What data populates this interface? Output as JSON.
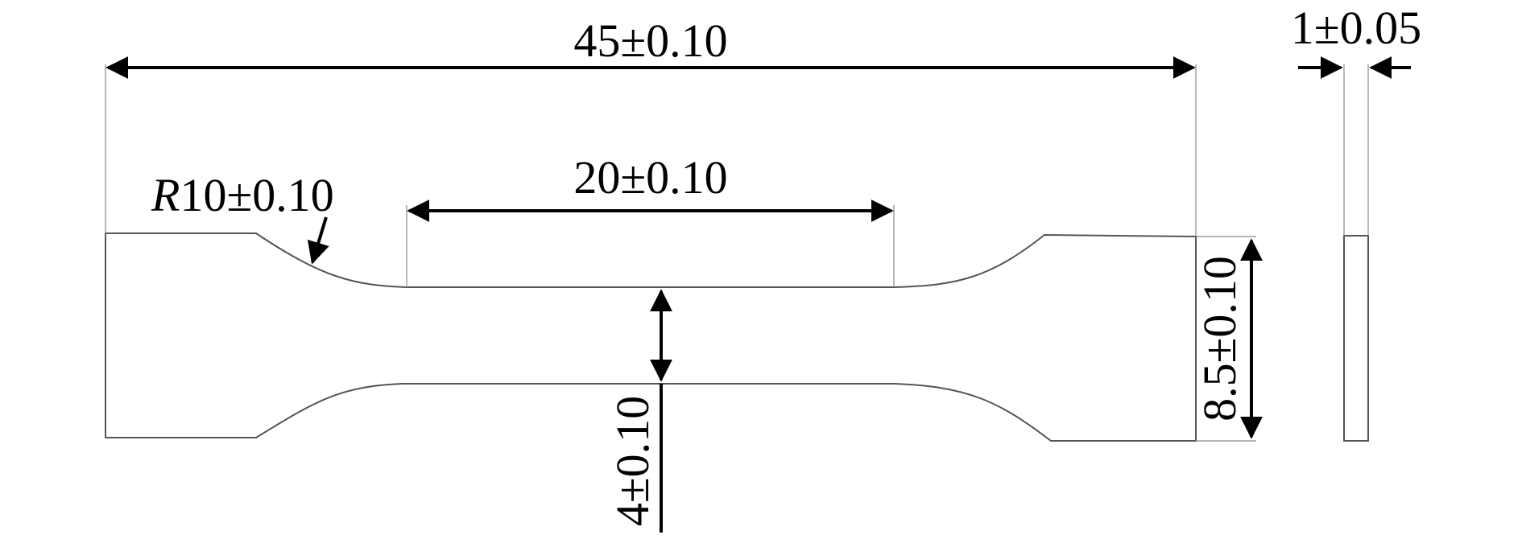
{
  "drawing": {
    "dimensions": {
      "overall_length": "45±0.10",
      "gauge_length": "20±0.10",
      "fillet_radius_symbol": "R",
      "fillet_radius_value": "10±0.10",
      "gauge_width": "4±0.10",
      "grip_width": "8.5±0.10",
      "thickness": "1±0.05"
    },
    "colors": {
      "outline": "#555555",
      "dimension": "#000000",
      "background": "#ffffff"
    }
  }
}
